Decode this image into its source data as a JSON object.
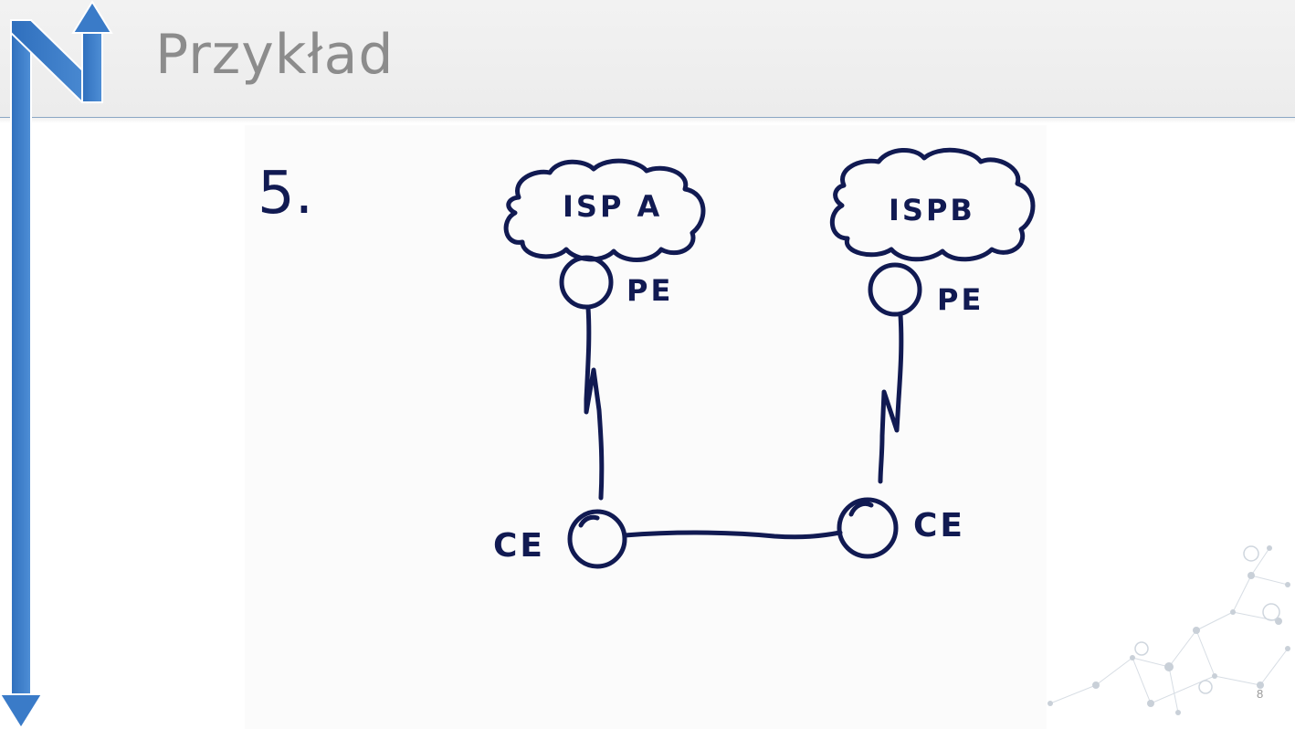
{
  "slide": {
    "title": "Przykład",
    "page_number": "8"
  },
  "diagram": {
    "step_label": "5.",
    "clouds": [
      {
        "label": "ISP A"
      },
      {
        "label": "ISPB"
      }
    ],
    "nodes": {
      "pe_left": "PE",
      "pe_right": "PE",
      "ce_left": "CE",
      "ce_right": "CE"
    }
  },
  "colors": {
    "ink": "#111a52",
    "brand_blue": "#3a7bc8",
    "title_gray": "#8c8c8c"
  }
}
